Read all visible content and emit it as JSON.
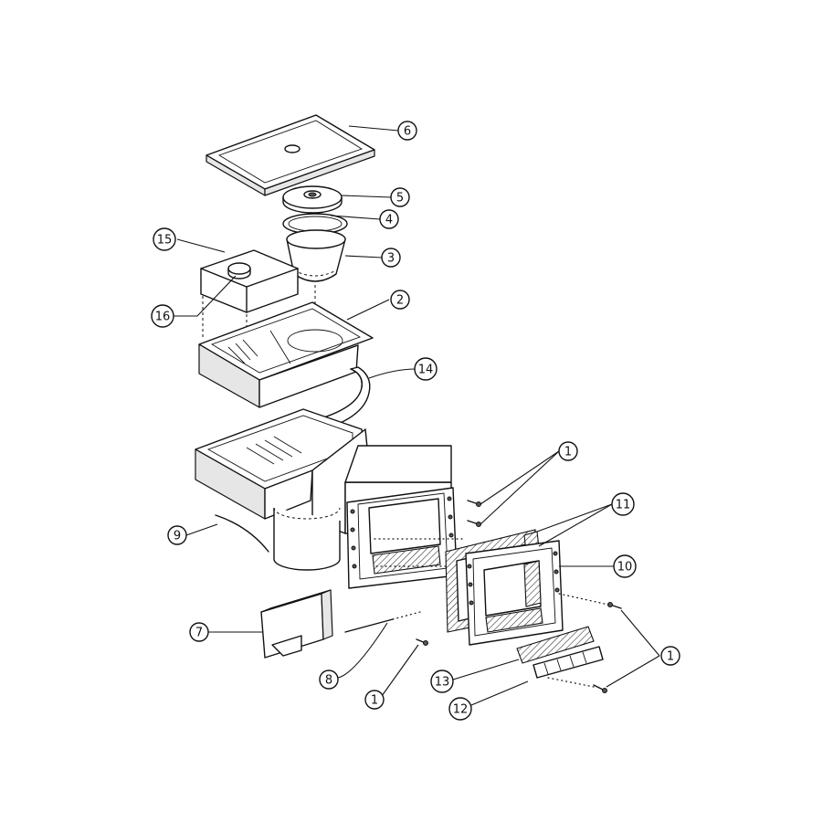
{
  "diagram": {
    "callouts": [
      {
        "id": "c6",
        "label": "6"
      },
      {
        "id": "c5",
        "label": "5"
      },
      {
        "id": "c4",
        "label": "4"
      },
      {
        "id": "c3",
        "label": "3"
      },
      {
        "id": "c15",
        "label": "15"
      },
      {
        "id": "c16",
        "label": "16"
      },
      {
        "id": "c2",
        "label": "2"
      },
      {
        "id": "c14",
        "label": "14"
      },
      {
        "id": "c1a",
        "label": "1"
      },
      {
        "id": "c11",
        "label": "11"
      },
      {
        "id": "c10",
        "label": "10"
      },
      {
        "id": "c9",
        "label": "9"
      },
      {
        "id": "c7",
        "label": "7"
      },
      {
        "id": "c8",
        "label": "8"
      },
      {
        "id": "c1b",
        "label": "1"
      },
      {
        "id": "c13",
        "label": "13"
      },
      {
        "id": "c12",
        "label": "12"
      },
      {
        "id": "c1c",
        "label": "1"
      }
    ]
  }
}
